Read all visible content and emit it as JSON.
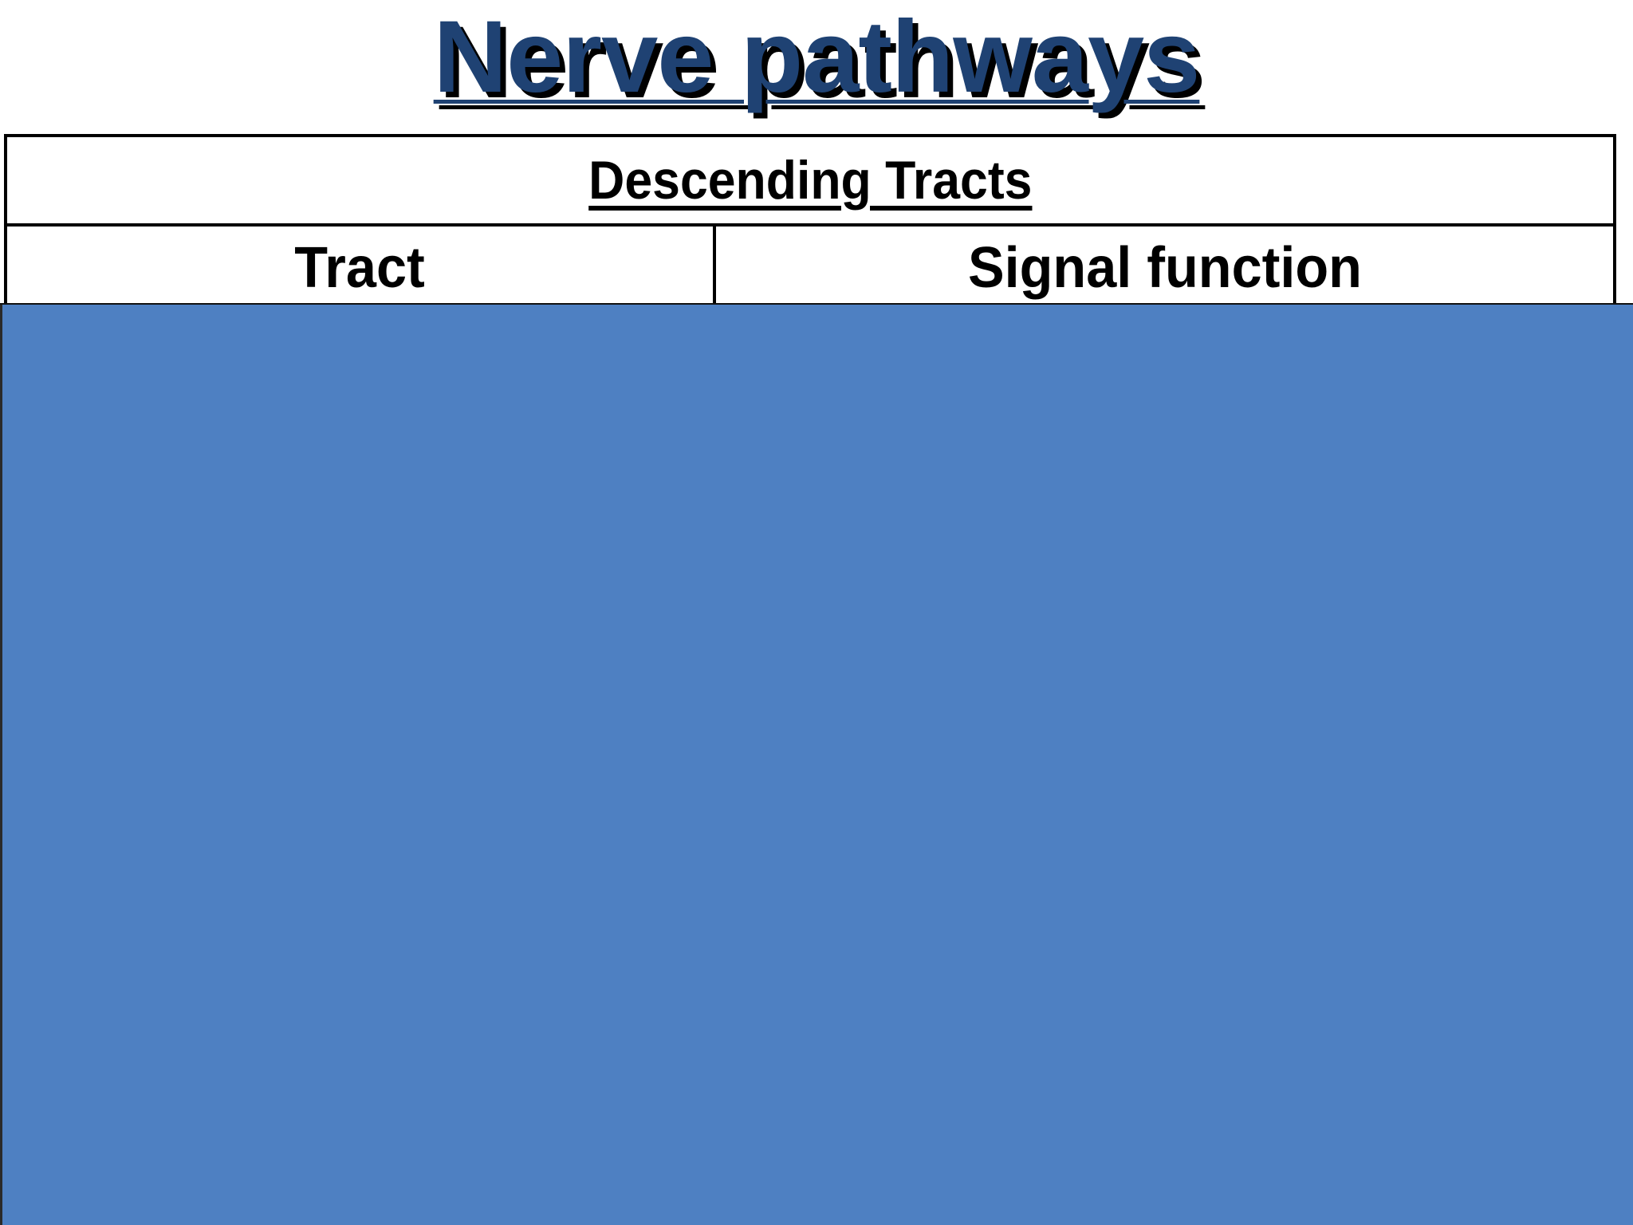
{
  "slide": {
    "title": "Nerve pathways",
    "title_color": "#1F4273",
    "title_shadow_color": "#000000",
    "background_color": "#FFFFFF"
  },
  "table": {
    "section_header": "Descending Tracts",
    "columns": [
      {
        "key": "tract",
        "label": "Tract"
      },
      {
        "key": "signal_function",
        "label": "Signal function"
      }
    ],
    "rows": [],
    "border_color": "#000000"
  },
  "overlay": {
    "name": "blue-panel",
    "fill_color": "#4E80C2",
    "edge_color": "#2A2A2A"
  }
}
